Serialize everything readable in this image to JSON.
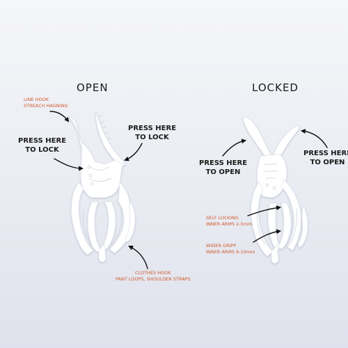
{
  "headings": {
    "open": "OPEN",
    "locked": "LOCKED"
  },
  "open_side": {
    "press_lock_left": [
      "PRESS HERE",
      "TO LOCK"
    ],
    "press_lock_right": [
      "PRESS HERE",
      "TO LOCK"
    ],
    "line_hook_note": [
      "LINE HOOK",
      "STREACH HAGNING"
    ],
    "clothes_hook_note": [
      "CLOTHES HOOK",
      "PANT LOOPS, SHOULDER STRAPS"
    ]
  },
  "locked_side": {
    "press_open_left": [
      "PRESS HERE",
      "TO OPEN"
    ],
    "press_open_right": [
      "PRESS HERE",
      "TO OPEN"
    ],
    "self_locking_note": [
      "SELF LOCKING",
      "INNER ARMS 2-5mm"
    ],
    "wider_grip_note": [
      "WIDER GRIPP",
      "INNER ARMS 6-10mm"
    ]
  },
  "colors": {
    "background_top": "#f5f6f9",
    "background_bottom": "#dfe2ec",
    "annotation_orange": "#d0582a",
    "label_dark": "#1a1a1a",
    "clip_white": "#ffffff"
  }
}
